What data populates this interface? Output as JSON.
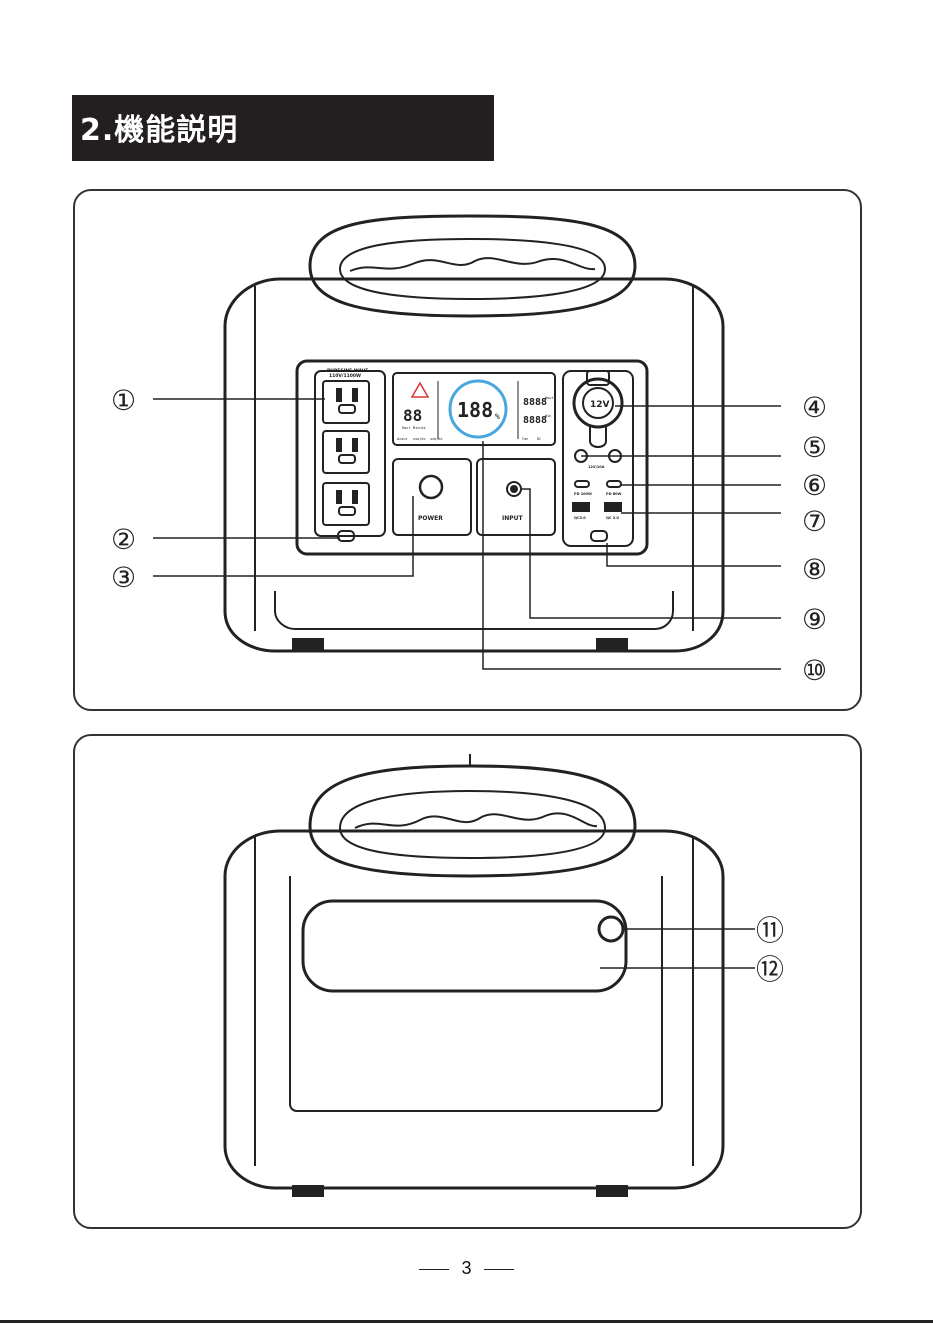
{
  "section_title": "2.機能説明",
  "page_number": "3",
  "front_panel": {
    "ac_label_line1": "PURESINE WAVE",
    "ac_label_line2": "110V/1100W",
    "lcd_percent": "188",
    "lcd_percent_sign": "%",
    "lcd_small_digits": "88",
    "lcd_right_digits_1": "8888",
    "lcd_right_digits_2": "8888",
    "lcd_unit_1": "Wout",
    "lcd_unit_2": "Win",
    "lcd_label_left_1": "Hour",
    "lcd_label_left_2": "Minute",
    "lcd_bottom_1": "Acout",
    "lcd_bottom_2": "usb/dc",
    "lcd_bottom_3": "usb/dc",
    "lcd_bottom_4": "Fan",
    "lcd_bottom_5": "DC",
    "power_label": "POWER",
    "input_label": "INPUT",
    "car_socket_label": "12V",
    "dc_label": "12V/10A",
    "pd_label_1": "PD 100W",
    "pd_label_2": "PD 60W",
    "qc_label_1": "QC3.0",
    "qc_label_2": "QC 3.0"
  },
  "callouts_front": [
    "①",
    "②",
    "③",
    "④",
    "⑤",
    "⑥",
    "⑦",
    "⑧",
    "⑨",
    "⑩"
  ],
  "callouts_back": [
    "⑪",
    "⑫"
  ]
}
